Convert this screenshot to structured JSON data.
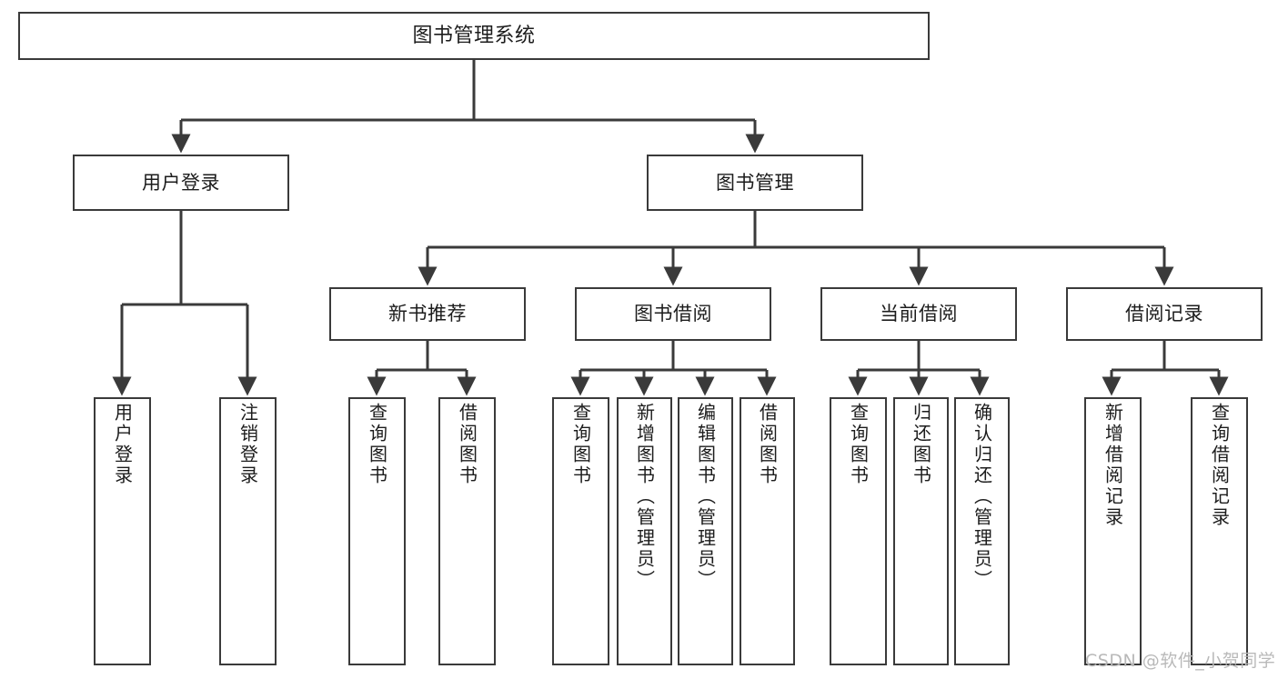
{
  "diagram": {
    "title": "图书管理系统",
    "type": "tree-hierarchy-chart",
    "watermark": "CSDN @软件_小贺同学",
    "colors": {
      "stroke": "#3a3a3a",
      "fill": "#ffffff",
      "text": "#1c1c1c",
      "watermark": "#b9b9b9"
    }
  },
  "nodes": {
    "root": {
      "label": "图书管理系统"
    },
    "level2": [
      {
        "label": "用户登录"
      },
      {
        "label": "图书管理"
      }
    ],
    "level3": [
      {
        "label": "新书推荐"
      },
      {
        "label": "图书借阅"
      },
      {
        "label": "当前借阅"
      },
      {
        "label": "借阅记录"
      }
    ],
    "leaves": {
      "user_login": [
        {
          "label": "用户登录"
        },
        {
          "label": "注销登录"
        }
      ],
      "new_book_recommend": [
        {
          "label": "查询图书"
        },
        {
          "label": "借阅图书"
        }
      ],
      "book_borrow": [
        {
          "label": "查询图书"
        },
        {
          "label": "新增图书（管理员）"
        },
        {
          "label": "编辑图书（管理员）"
        },
        {
          "label": "借阅图书"
        }
      ],
      "current_borrow": [
        {
          "label": "查询图书"
        },
        {
          "label": "归还图书"
        },
        {
          "label": "确认归还（管理员）"
        }
      ],
      "borrow_record": [
        {
          "label": "新增借阅记录"
        },
        {
          "label": "查询借阅记录"
        }
      ]
    }
  }
}
